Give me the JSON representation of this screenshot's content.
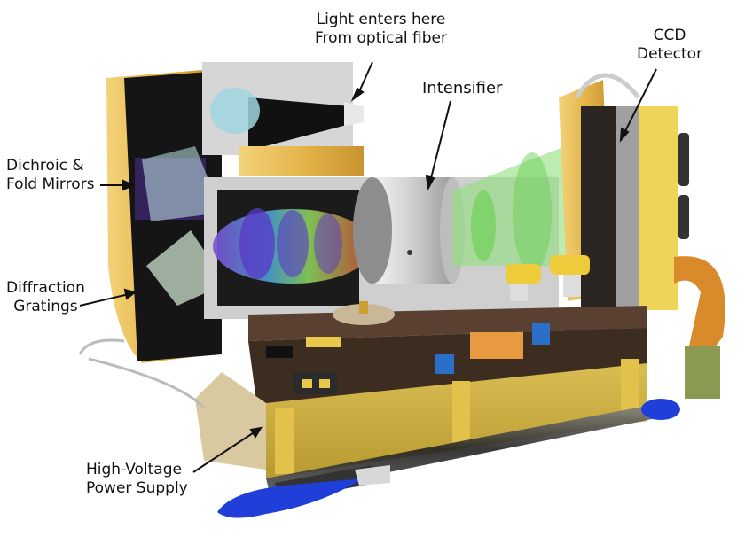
{
  "figure": {
    "subject": "Cutaway render of spectrograph instrument with CCD detector, intensifier, optics and power supply, next to a ballpoint pen for scale",
    "background_color": "#ffffff"
  },
  "callouts": [
    {
      "id": "light-input",
      "lines": [
        "Light enters here",
        "From optical fiber"
      ]
    },
    {
      "id": "ccd",
      "lines": [
        "CCD",
        "Detector"
      ]
    },
    {
      "id": "intensifier",
      "lines": [
        "Intensifier"
      ]
    },
    {
      "id": "mirrors",
      "lines": [
        "Dichroic &",
        "Fold Mirrors"
      ]
    },
    {
      "id": "gratings",
      "lines": [
        "Diffraction",
        "Gratings"
      ]
    },
    {
      "id": "hv-supply",
      "lines": [
        "High-Voltage",
        "Power Supply"
      ]
    }
  ],
  "colors": {
    "housing_gold": "#e8b94a",
    "housing_dark": "#1a1a1a",
    "frame_gray": "#c9c9c9",
    "pcb_brown": "#5a4030",
    "base_gold": "#c9a93a",
    "rays_green": "#7fe06a",
    "rays_violet": "#6a3fd0",
    "pen_blue": "#1f3fd8",
    "flex_orange": "#d98a2a",
    "intensifier_silver": "#d8d8d8"
  }
}
